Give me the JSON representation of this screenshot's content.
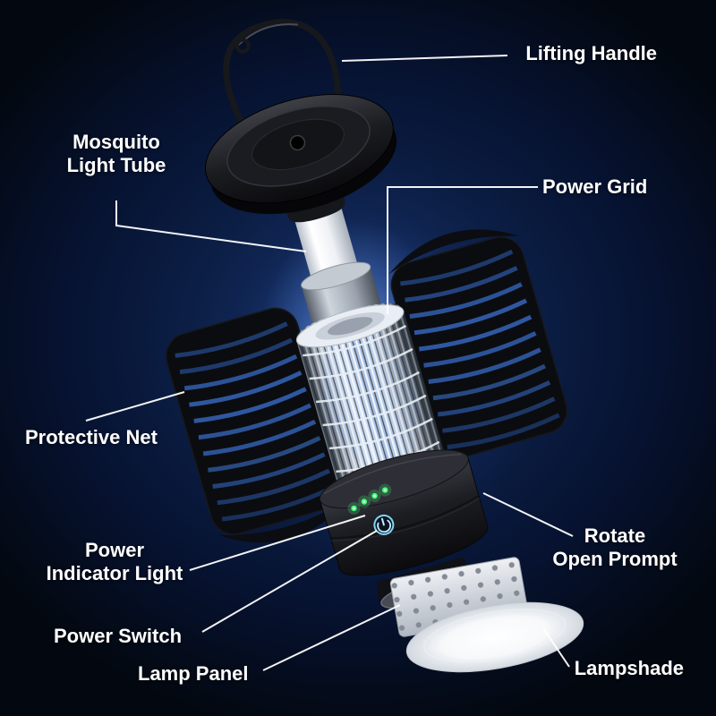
{
  "labels": {
    "lifting_handle": "Lifting Handle",
    "mosquito_light_tube": "Mosquito\nLight Tube",
    "power_grid": "Power Grid",
    "protective_net": "Protective Net",
    "power_indicator_light": "Power\nIndicator Light",
    "rotate_open_prompt": "Rotate\nOpen Prompt",
    "power_switch": "Power Switch",
    "lamp_panel": "Lamp Panel",
    "lampshade": "Lampshade"
  },
  "device": {
    "led_color": "#46ff7c",
    "led_count": 4,
    "leader_line_color": "#ffffff",
    "glow_color": "#4a79d2"
  }
}
